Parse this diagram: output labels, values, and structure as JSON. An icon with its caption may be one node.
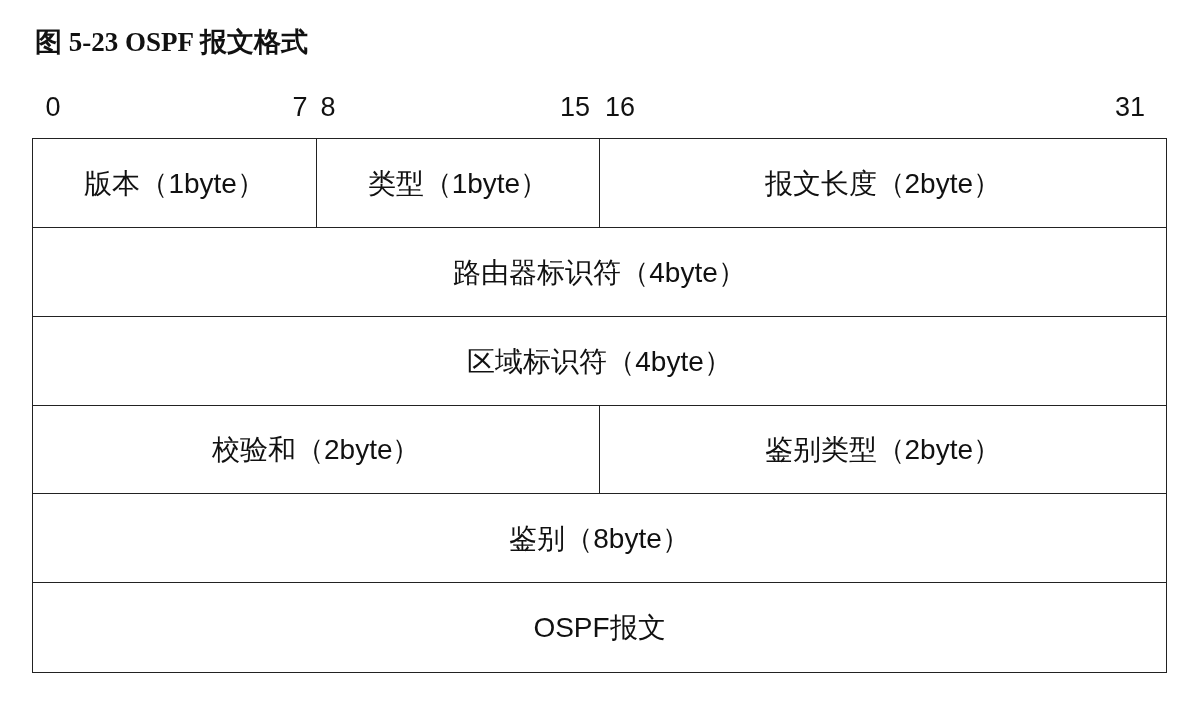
{
  "diagram": {
    "title": "图 5-23 OSPF 报文格式",
    "nodes": [
      {
        "text": [
          "版本（1byte）"
        ]
      },
      {
        "text": [
          "类型（1byte）"
        ]
      },
      {
        "text": [
          "报文长度（2byte）"
        ]
      },
      {
        "text": [
          "路由器标识符（4byte）"
        ]
      },
      {
        "text": [
          "区域标识符（4byte）"
        ]
      },
      {
        "text": [
          "校验和（2byte）"
        ]
      },
      {
        "text": [
          "鉴别类型（2byte）"
        ]
      },
      {
        "text": [
          "鉴别（8byte）"
        ]
      },
      {
        "text": [
          "OSPF报文"
        ]
      }
    ],
    "edges": [],
    "labels": [
      "0",
      "7",
      "8",
      "15",
      "16",
      "31"
    ]
  }
}
